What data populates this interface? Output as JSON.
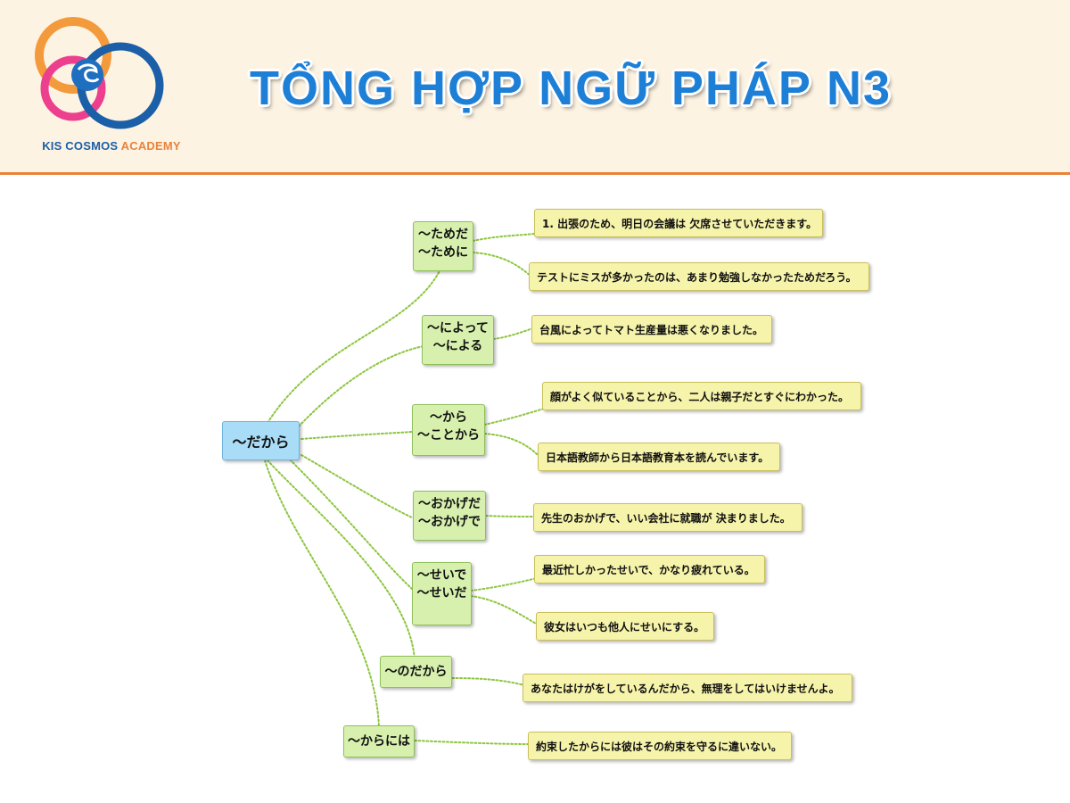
{
  "header": {
    "title": "TỔNG HỢP NGỮ PHÁP N3",
    "logo": {
      "name_part1": "KIS COSMOS",
      "name_part2": "ACADEMY"
    }
  },
  "colors": {
    "header_bg": "#fdf3e3",
    "header_border": "#e8833a",
    "title": "#1e7fd6",
    "root_node": "#a9dcf7",
    "branch_node": "#d7f0ae",
    "leaf_node": "#f6f3aa",
    "connector": "#8cc63f"
  },
  "mindmap": {
    "root": {
      "label": "〜だから"
    },
    "branches": [
      {
        "lines": [
          "〜ためだ",
          "〜ために"
        ],
        "examples": [
          "1. 出張のため、明日の会議は 欠席させていただきます。",
          "テストにミスが多かったのは、あまり勉強しなかったためだろう。"
        ]
      },
      {
        "lines": [
          "〜によって",
          "〜による"
        ],
        "examples": [
          "台風によってトマト生産量は悪くなりました。"
        ]
      },
      {
        "lines": [
          "〜から",
          "〜ことから"
        ],
        "examples": [
          "顔がよく似ていることから、二人は親子だとすぐにわかった。",
          "日本語教師から日本語教育本を読んでいます。"
        ]
      },
      {
        "lines": [
          "〜おかげだ",
          "〜おかげで"
        ],
        "examples": [
          "先生のおかげで、いい会社に就職が 決まりました。"
        ]
      },
      {
        "lines": [
          "〜せいで",
          "〜せいだ"
        ],
        "examples": [
          "最近忙しかったせいで、かなり疲れている。",
          "彼女はいつも他人にせいにする。"
        ]
      },
      {
        "lines": [
          "〜のだから"
        ],
        "examples": [
          "あなたはけがをしているんだから、無理をしてはいけませんよ。"
        ]
      },
      {
        "lines": [
          "〜からには"
        ],
        "examples": [
          "約束したからには彼はその約束を守るに違いない。"
        ]
      }
    ]
  }
}
